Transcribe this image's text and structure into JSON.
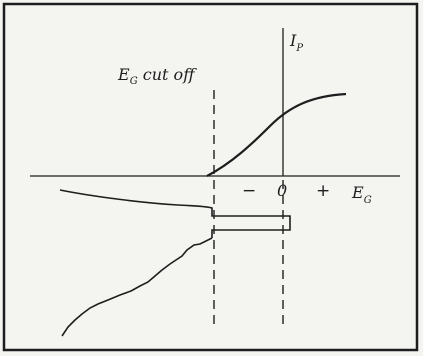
{
  "figure": {
    "cutoff_label": "E",
    "cutoff_label_sub": "G",
    "cutoff_label_rest": " cut off",
    "ip_label": "I",
    "ip_label_sub": "P",
    "minus_label": "−",
    "zero_label": "0",
    "plus_label": "+",
    "eg_label": "E",
    "eg_label_sub": "G"
  }
}
